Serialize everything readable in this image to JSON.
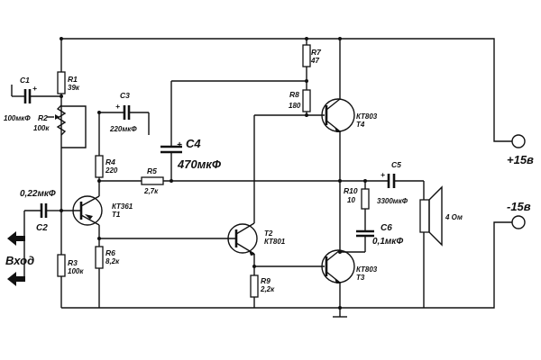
{
  "diagram": {
    "components": {
      "r1": {
        "name": "R1",
        "value": "39к"
      },
      "r2": {
        "name": "R2",
        "value": "100к"
      },
      "r3": {
        "name": "R3",
        "value": "100к"
      },
      "r4": {
        "name": "R4",
        "value": "220"
      },
      "r5": {
        "name": "R5",
        "value": "2,7к"
      },
      "r6": {
        "name": "R6",
        "value": "8,2к"
      },
      "r7": {
        "name": "R7",
        "value": "47"
      },
      "r8": {
        "name": "R8",
        "value": "180"
      },
      "r9": {
        "name": "R9",
        "value": "2,2к"
      },
      "r10": {
        "name": "R10",
        "value": "10"
      },
      "c1": {
        "name": "C1",
        "value": "100мкФ"
      },
      "c2": {
        "name": "C2",
        "value": "0,22мкФ"
      },
      "c3": {
        "name": "C3",
        "value": "220мкФ"
      },
      "c4": {
        "name": "C4",
        "value": "470мкФ"
      },
      "c5": {
        "name": "C5",
        "value": "3300мкФ"
      },
      "c6": {
        "name": "C6",
        "value": "0,1мкФ"
      },
      "t1": {
        "type": "КТ361",
        "name": "T1"
      },
      "t2": {
        "name": "T2",
        "type": "КТ801"
      },
      "t3": {
        "type": "КТ803",
        "name": "T3"
      },
      "t4": {
        "type": "КТ803",
        "name": "T4"
      },
      "speaker": {
        "value": "4 Ом"
      }
    },
    "terminals": {
      "plus_supply": "+15в",
      "minus_supply": "-15в",
      "input": "Вход"
    },
    "plus_signs": [
      "+",
      "+",
      "+",
      "+",
      "+"
    ]
  }
}
